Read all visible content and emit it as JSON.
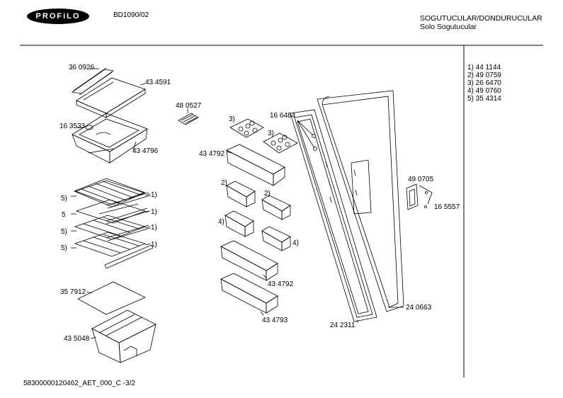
{
  "header": {
    "brand": "PROFiLO",
    "model": "BD1090/02",
    "title_line1": "SOGUTUCULAR/DONDURUCULAR",
    "title_line2": "Solo Sogutucular"
  },
  "footer": {
    "doc_code": "58300000120462_AET_000_C   -3/2"
  },
  "legend": [
    "1)  44 1144",
    "2)  49 0759",
    "3)  26 6470",
    "4)  49 0760",
    "5)  35 4314"
  ],
  "labels": {
    "p360926": "36 0926",
    "p434591": "43 4591",
    "p480527": "48 0527",
    "p163533": "16 3533",
    "p434796": "43 4796",
    "p166484": "16 6484",
    "ref3a": "3)",
    "ref3b": "3)",
    "p434792a": "43 4792",
    "ref2a": "2)",
    "ref2b": "2)",
    "ref4a": "4)",
    "ref4b": "4)",
    "p434792b": "43 4792",
    "p434793": "43 4793",
    "p490705": "49 0705",
    "p165557": "16 5557",
    "p240663": "24 0663",
    "p242311": "24 2311",
    "s5a": "5)",
    "s5b": "5",
    "s5c": "5)",
    "s5d": "5)",
    "s1a": "1)",
    "s1b": "1)",
    "s1c": "1)",
    "s1d": "1)",
    "p357912": "35 7912",
    "p435048": "43 5048"
  }
}
